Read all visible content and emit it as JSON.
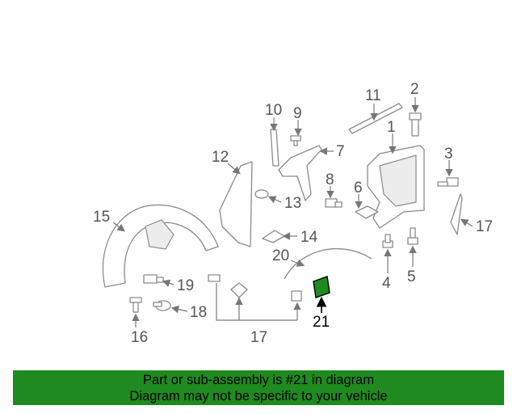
{
  "callouts": {
    "c1": "1",
    "c2": "2",
    "c3": "3",
    "c4": "4",
    "c5": "5",
    "c6": "6",
    "c7": "7",
    "c8": "8",
    "c9": "9",
    "c10": "10",
    "c11": "11",
    "c12": "12",
    "c13": "13",
    "c14": "14",
    "c15": "15",
    "c16": "16",
    "c17a": "17",
    "c17b": "17",
    "c18": "18",
    "c19": "19",
    "c20": "20",
    "c21": "21"
  },
  "highlight_color": "#1f8a1f",
  "banner": {
    "line1": "Part or sub-assembly is #21 in diagram",
    "line2": "Diagram may not be specific to your vehicle"
  }
}
